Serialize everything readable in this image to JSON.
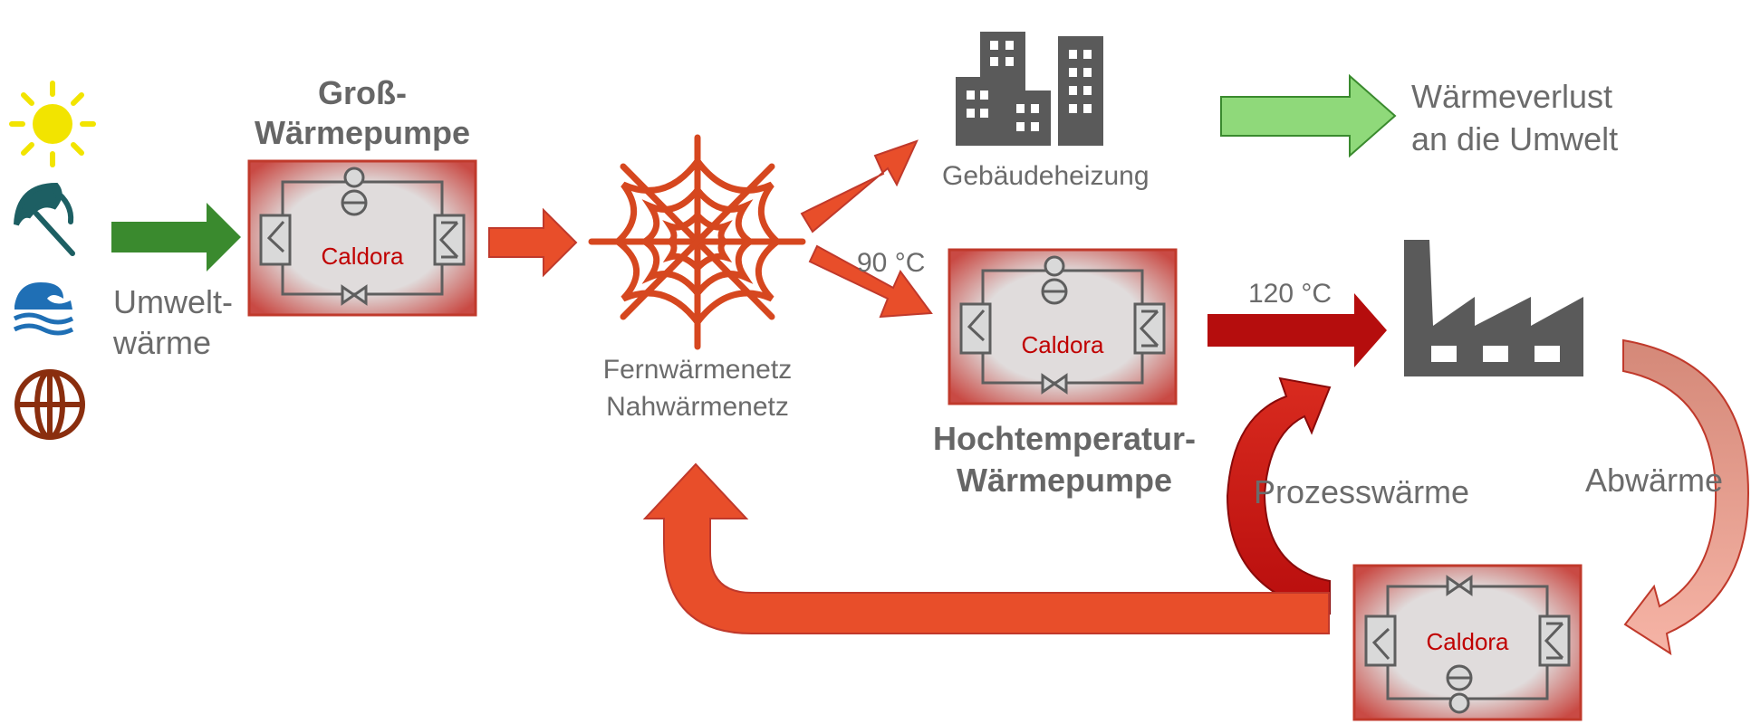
{
  "sources": {
    "icons": [
      "sun-icon",
      "umbrella-icon",
      "water-wave-icon",
      "globe-icon"
    ],
    "label_line1": "Umwelt-",
    "label_line2": "wärme"
  },
  "heat_pump_brand": "Caldora",
  "large_heat_pump": {
    "title_line1": "Groß-",
    "title_line2": "Wärmepumpe"
  },
  "network": {
    "label_line1": "Fernwärmenetz",
    "label_line2": "Nahwärmenetz"
  },
  "building": {
    "label": "Gebäudeheizung"
  },
  "loss": {
    "label_line1": "Wärmeverlust",
    "label_line2": "an die Umwelt"
  },
  "high_temp_heat_pump": {
    "title_line1": "Hochtemperatur-",
    "title_line2": "Wärmepumpe",
    "inlet_temp": "90 °C",
    "outlet_temp": "120 °C"
  },
  "factory": {
    "waste_heat_label": "Abwärme"
  },
  "process_heat_label": "Prozesswärme",
  "colors": {
    "green": "#3a8a2e",
    "light_green": "#8fd97a",
    "orange_red": "#e84e2a",
    "dark_red": "#b50d0d",
    "pink": "#e8a294",
    "gray": "#5a5a5a",
    "heat_pump_border": "#c0392b"
  }
}
